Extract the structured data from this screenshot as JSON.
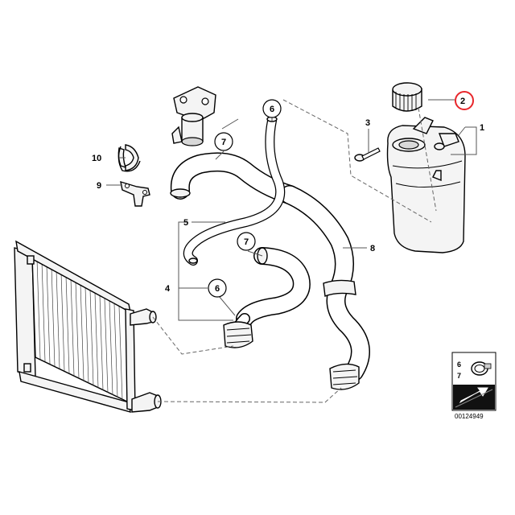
{
  "callouts": {
    "c1": "1",
    "c2": "2",
    "c3": "3",
    "c4": "4",
    "c5": "5",
    "c6a": "6",
    "c6b": "6",
    "c7a": "7",
    "c7b": "7",
    "c8": "8",
    "c9": "9",
    "c10": "10"
  },
  "legend": {
    "num_top": "6",
    "num_bottom": "7"
  },
  "diagram_id": "00124949",
  "colors": {
    "highlight_circle": "#e8262b",
    "line": "#000000",
    "hose_fill": "#ffffff"
  }
}
